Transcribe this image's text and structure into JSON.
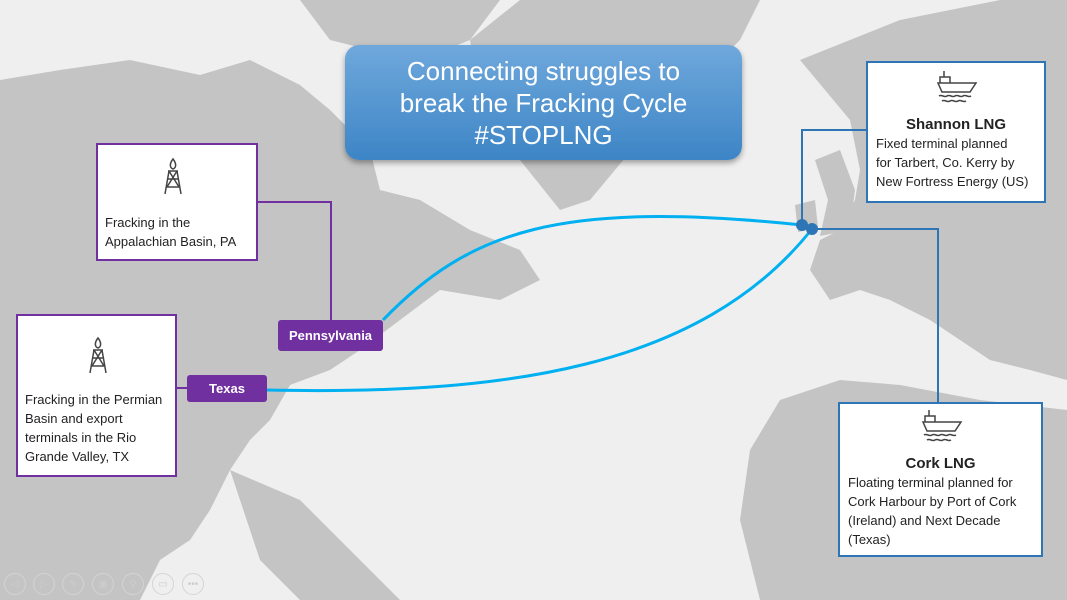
{
  "title": {
    "lines": [
      "Connecting struggles to",
      "break the Fracking Cycle",
      "#STOPLNG"
    ]
  },
  "appalachian": {
    "icon": "gas-flare-tower-icon",
    "text_lines": [
      "Fracking in the",
      "Appalachian Basin, PA"
    ]
  },
  "permian": {
    "icon": "gas-flare-tower-icon",
    "text_lines": [
      "Fracking in the Permian",
      "Basin and export",
      "terminals in the Rio",
      "Grande Valley, TX"
    ]
  },
  "labels": {
    "pennsylvania": "Pennsylvania",
    "texas": "Texas"
  },
  "shannon": {
    "icon": "lng-ship-icon",
    "heading": "Shannon LNG",
    "text_lines": [
      "Fixed terminal planned",
      "for Tarbert, Co. Kerry by",
      "New Fortress Energy (US)"
    ]
  },
  "cork": {
    "icon": "lng-ship-icon",
    "heading": "Cork LNG",
    "text_lines": [
      "Floating terminal planned for",
      "Cork Harbour by Port of Cork",
      "(Ireland) and Next Decade",
      "(Texas)"
    ]
  },
  "colors": {
    "purple": "#7030a0",
    "blue": "#2e75b6",
    "route": "#00b0f0",
    "land": "#c4c4c4"
  },
  "controls": [
    "previous-icon",
    "next-icon",
    "pen-icon",
    "slides-icon",
    "zoom-icon",
    "subtitles-icon",
    "more-icon"
  ]
}
